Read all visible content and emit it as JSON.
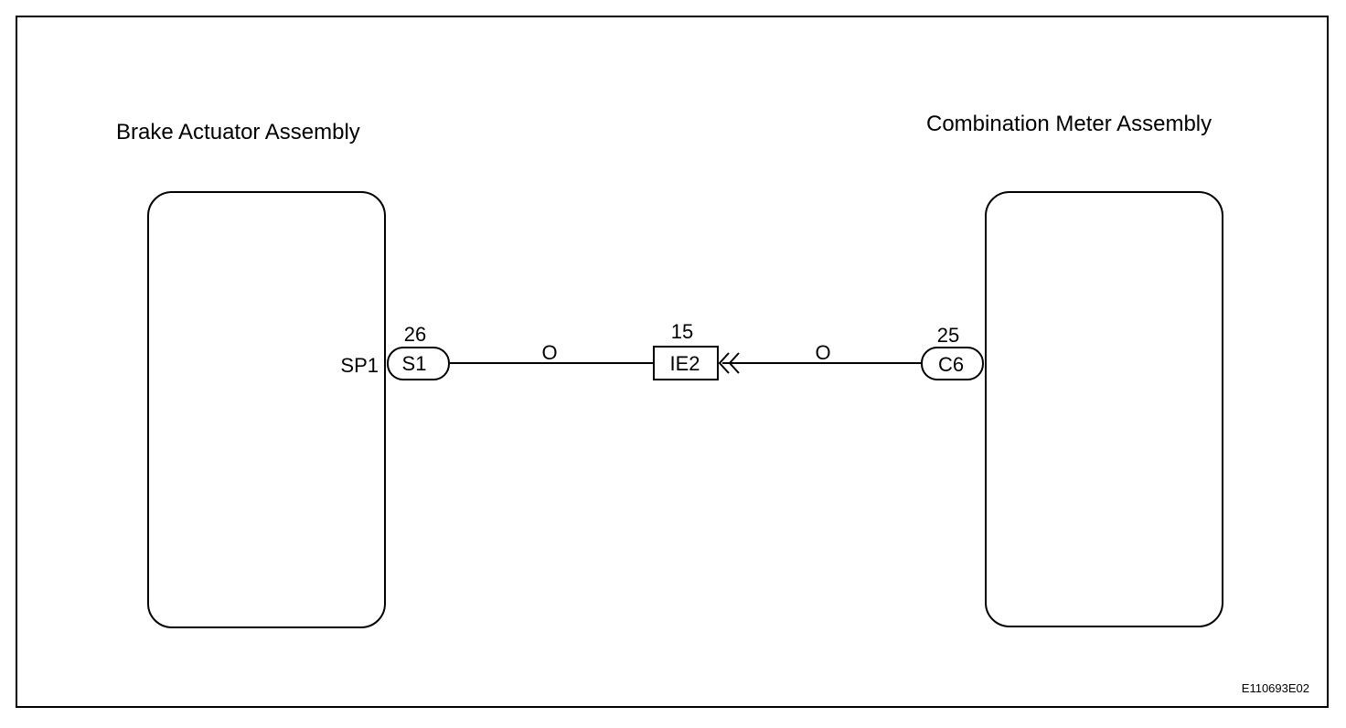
{
  "components": {
    "left": {
      "title": "Brake Actuator Assembly"
    },
    "right": {
      "title": "Combination Meter Assembly"
    }
  },
  "connectors": {
    "left": {
      "pin": "26",
      "code": "S1",
      "terminal": "SP1"
    },
    "junction": {
      "pin": "15",
      "code": "IE2"
    },
    "right": {
      "pin": "25",
      "code": "C6"
    }
  },
  "wires": {
    "left_color": "O",
    "right_color": "O"
  },
  "figure_id": "E110693E02",
  "colors": {
    "line": "#000000",
    "background": "#ffffff"
  }
}
